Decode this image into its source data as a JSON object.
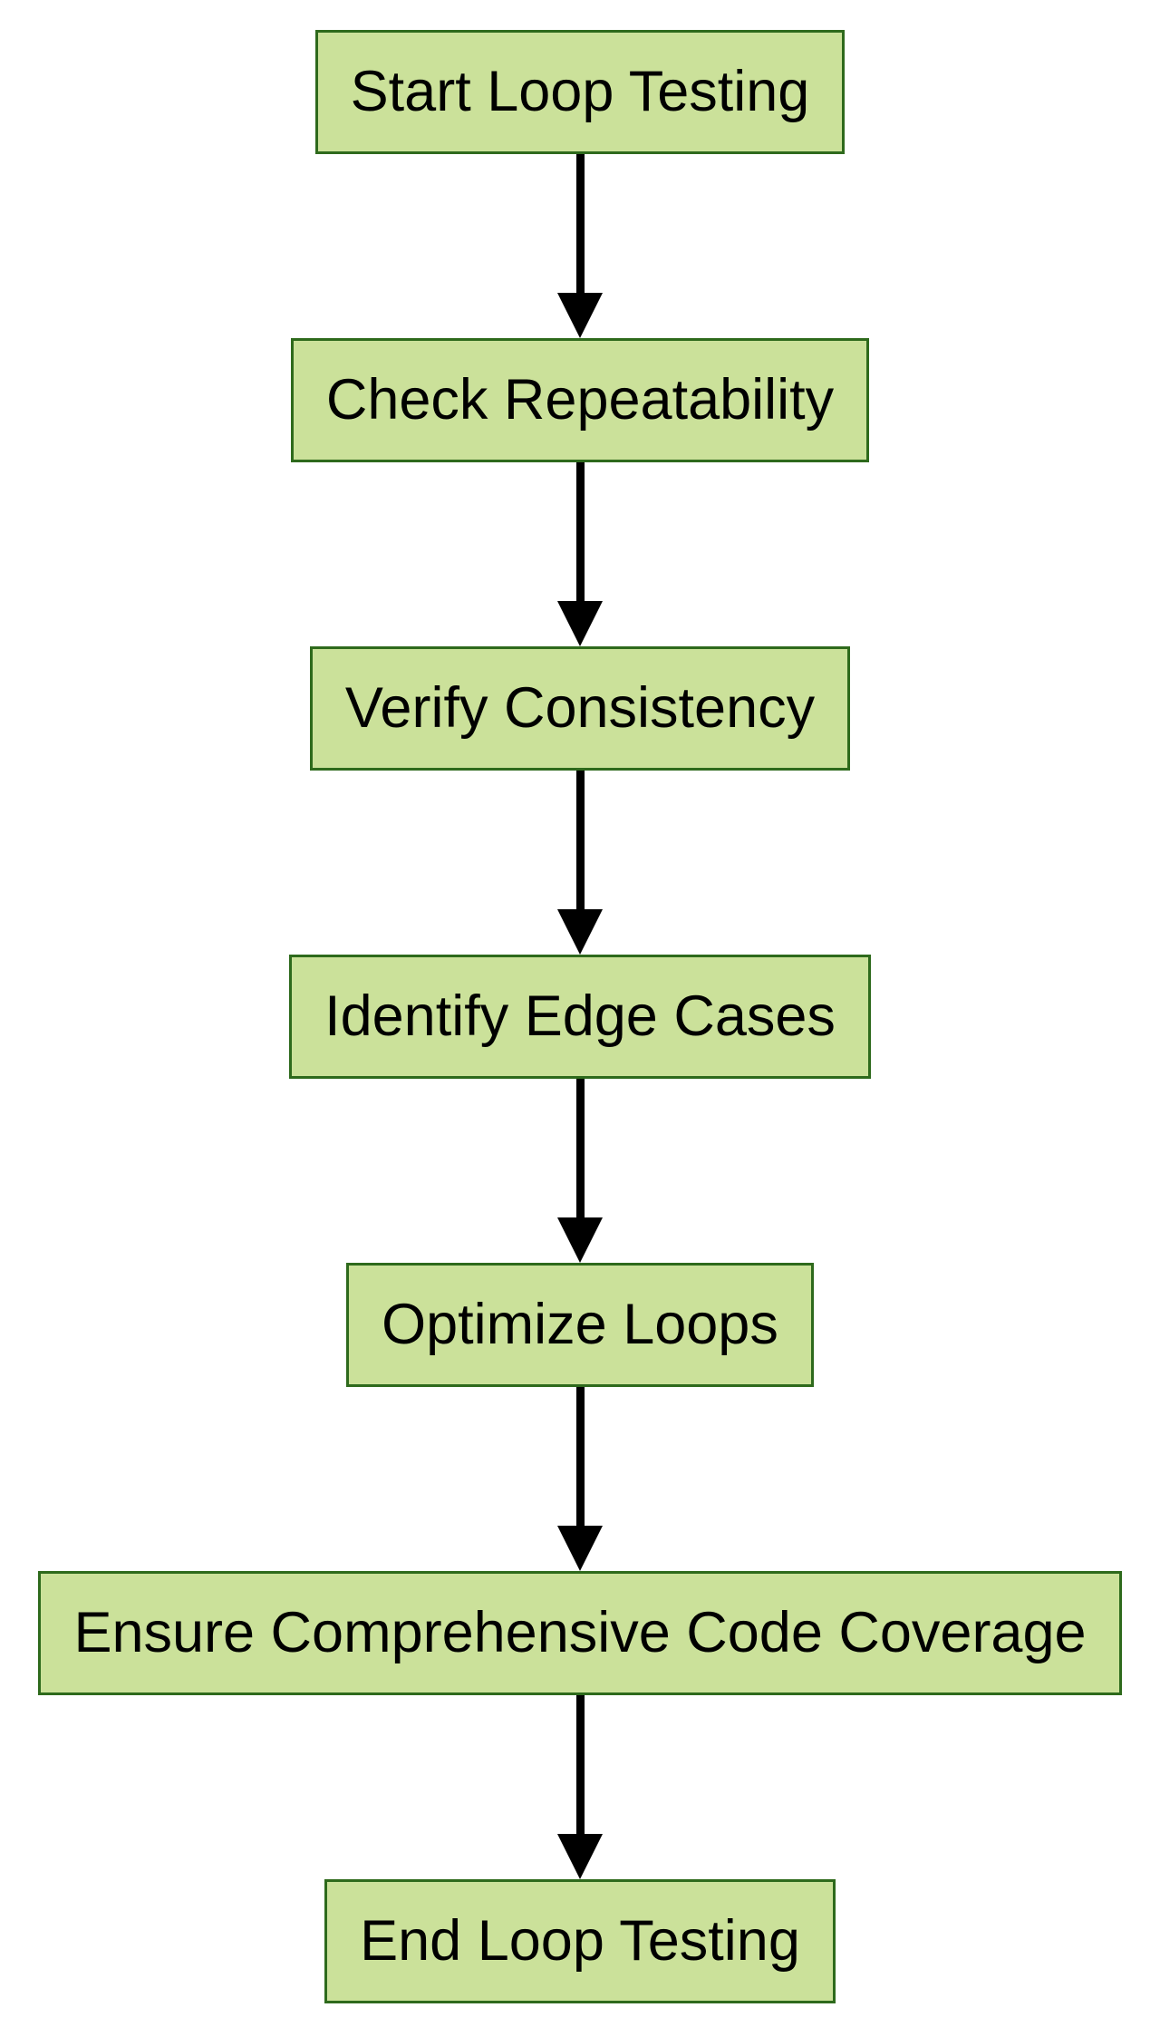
{
  "diagram": {
    "type": "flowchart",
    "direction": "top-down",
    "nodes": [
      {
        "label": "Start Loop Testing"
      },
      {
        "label": "Check Repeatability"
      },
      {
        "label": "Verify Consistency"
      },
      {
        "label": "Identify Edge Cases"
      },
      {
        "label": "Optimize Loops"
      },
      {
        "label": "Ensure Comprehensive Code Coverage"
      },
      {
        "label": "End Loop Testing"
      }
    ],
    "edges": [
      {
        "from": 0,
        "to": 1
      },
      {
        "from": 1,
        "to": 2
      },
      {
        "from": 2,
        "to": 3
      },
      {
        "from": 3,
        "to": 4
      },
      {
        "from": 4,
        "to": 5
      },
      {
        "from": 5,
        "to": 6
      }
    ],
    "colors": {
      "background": "#ffffff",
      "node_fill": "#cbe19a",
      "node_border": "#2e6a1c",
      "text": "#000000",
      "arrow": "#000000"
    }
  }
}
